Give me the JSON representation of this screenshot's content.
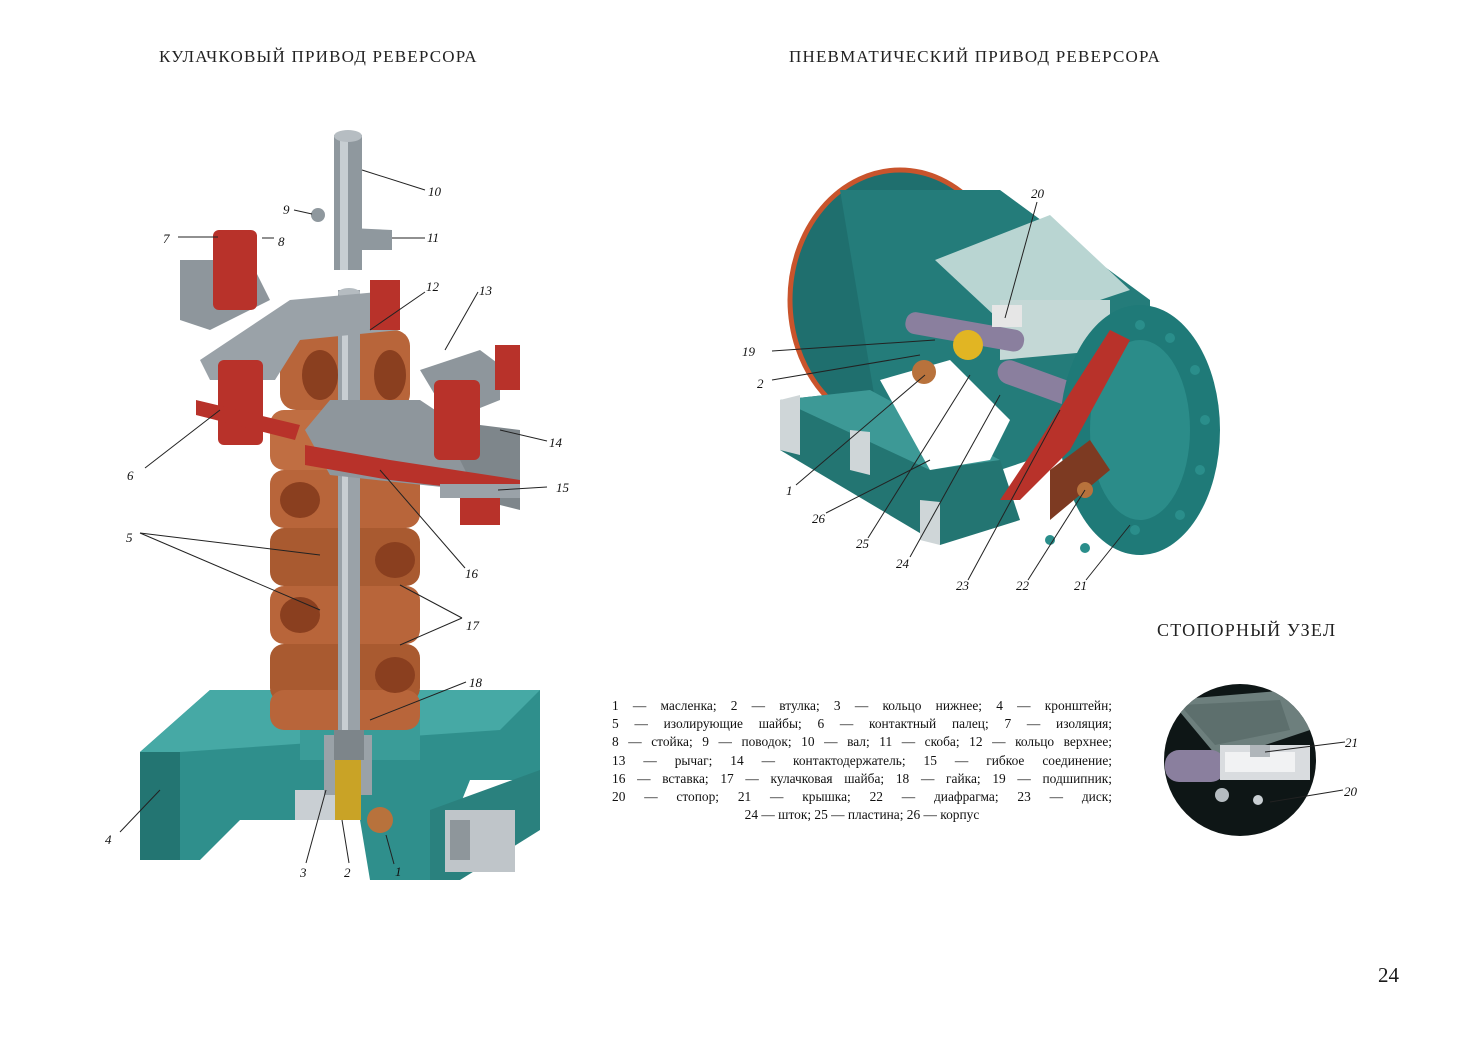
{
  "headings": {
    "cam_drive": "КУЛАЧКОВЫЙ ПРИВОД РЕВЕРСОРА",
    "pneumatic_drive": "ПНЕВМАТИЧЕСКИЙ ПРИВОД РЕВЕРСОРА",
    "lock_unit": "СТОПОРНЫЙ УЗЕЛ"
  },
  "cam_callouts": {
    "c1": "1",
    "c2": "2",
    "c3": "3",
    "c4": "4",
    "c5": "5",
    "c6": "6",
    "c7": "7",
    "c8": "8",
    "c9": "9",
    "c10": "10",
    "c11": "11",
    "c12": "12",
    "c13": "13",
    "c14": "14",
    "c15": "15",
    "c16": "16",
    "c17": "17",
    "c18": "18"
  },
  "pneumatic_callouts": {
    "c1": "1",
    "c2": "2",
    "c19": "19",
    "c20": "20",
    "c21": "21",
    "c22": "22",
    "c23": "23",
    "c24": "24",
    "c25": "25",
    "c26": "26"
  },
  "lock_callouts": {
    "c20": "20",
    "c21": "21"
  },
  "legend": {
    "line1": "1 — масленка; 2 — втулка; 3 — кольцо нижнее; 4 — кронштейн;",
    "line2": "5 — изолирующие шайбы; 6 — контактный палец; 7 — изоляция;",
    "line3": "8 — стойка; 9 — поводок; 10 — вал; 11 — скоба; 12 — кольцо верхнее;",
    "line4": "13 — рычаг; 14 — контактодержатель; 15 — гибкое соединение;",
    "line5": "16 — вставка; 17 — кулачковая шайба; 18 — гайка; 19 — подшипник;",
    "line6": "20 — стопор; 21 — крышка; 22 — диафрагма; 23 — диск;",
    "line7": "24 — шток; 25 — пластина; 26 — корпус"
  },
  "page_number": "24",
  "colors": {
    "copper": "#b8653a",
    "copper_dark": "#8a3f1f",
    "insulator_red": "#b8322a",
    "bracket_teal": "#2f8f8c",
    "steel_gray": "#9aa2a8",
    "housing_teal": "#1f6f6e",
    "cylinder_purple": "#8a7f9e"
  }
}
